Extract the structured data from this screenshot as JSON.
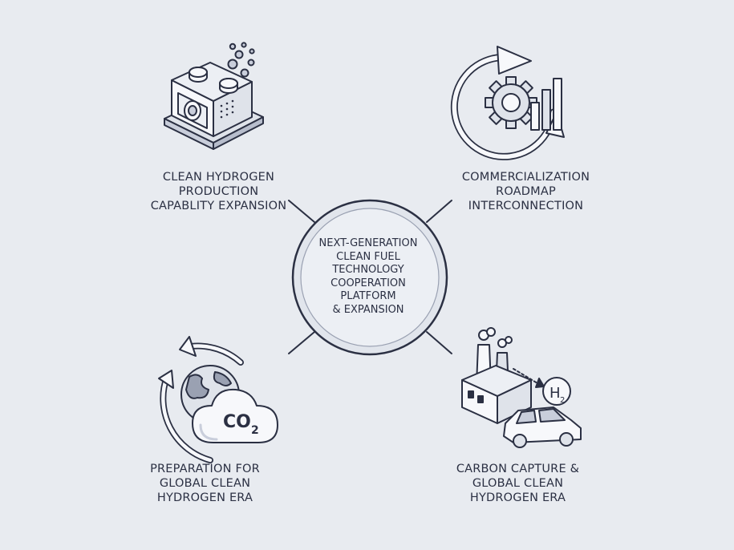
{
  "center": {
    "lines": [
      "NEXT-GENERATION",
      "CLEAN FUEL",
      "TECHNOLOGY",
      "COOPERATION",
      "PLATFORM",
      "& EXPANSION"
    ]
  },
  "nodes": {
    "top_left": {
      "lines": [
        "CLEAN HYDROGEN",
        "PRODUCTION",
        "CAPABLITY EXPANSION"
      ],
      "icon": "electrolyzer-icon"
    },
    "top_right": {
      "lines": [
        "COMMERCIALIZATION",
        "ROADMAP",
        "INTERCONNECTION"
      ],
      "icon": "gear-cycle-chart-icon"
    },
    "bottom_left": {
      "lines": [
        "PREPARATION FOR",
        "GLOBAL CLEAN",
        "HYDROGEN ERA"
      ],
      "icon": "globe-co2-cloud-icon",
      "co2_text": "CO",
      "co2_sub": "2"
    },
    "bottom_right": {
      "lines": [
        "CARBON CAPTURE &",
        "GLOBAL CLEAN",
        "HYDROGEN ERA"
      ],
      "icon": "factory-hydrogen-car-icon",
      "h2_text": "H",
      "h2_sub": "2"
    }
  },
  "colors": {
    "background": "#e8ebf0",
    "ink": "#2b3043",
    "icon_fill": "#f7f8fb",
    "icon_shade": "#c9cedb"
  }
}
